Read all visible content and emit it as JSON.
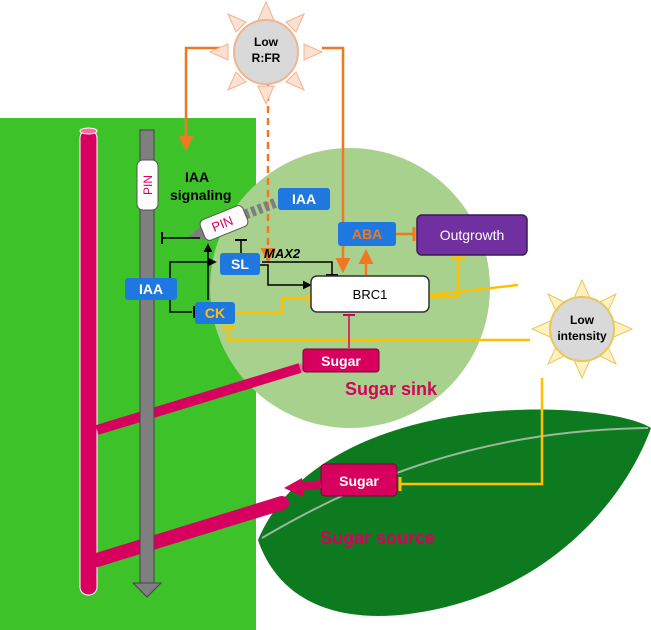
{
  "colors": {
    "stem_green": "#3dc22a",
    "bud_green": "#a9d18e",
    "leaf_green": "#0d7a1f",
    "magenta": "#d8005e",
    "gray": "#7f7f7f",
    "blue": "#1f78e0",
    "purple": "#7030a0",
    "orange": "#f07820",
    "yellow": "#ffc000"
  },
  "sun_top": {
    "line1": "Low",
    "line2": "R:FR",
    "icon": "sun-icon"
  },
  "sun_right": {
    "line1": "Low",
    "line2": "intensity",
    "icon": "sun-icon"
  },
  "labels": {
    "iaa_signaling_1": "IAA",
    "iaa_signaling_2": "signaling",
    "pin_vertical": "PIN",
    "pin_diagonal": "PIN",
    "iaa_top": "IAA",
    "iaa_left": "IAA",
    "aba": "ABA",
    "outgrowth": "Outgrowth",
    "sl": "SL",
    "max2": "MAX2",
    "brc1": "BRC1",
    "ck": "CK",
    "sugar_bud": "Sugar",
    "sugar_sink": "Sugar sink",
    "sugar_leaf": "Sugar",
    "sugar_source": "Sugar source"
  }
}
